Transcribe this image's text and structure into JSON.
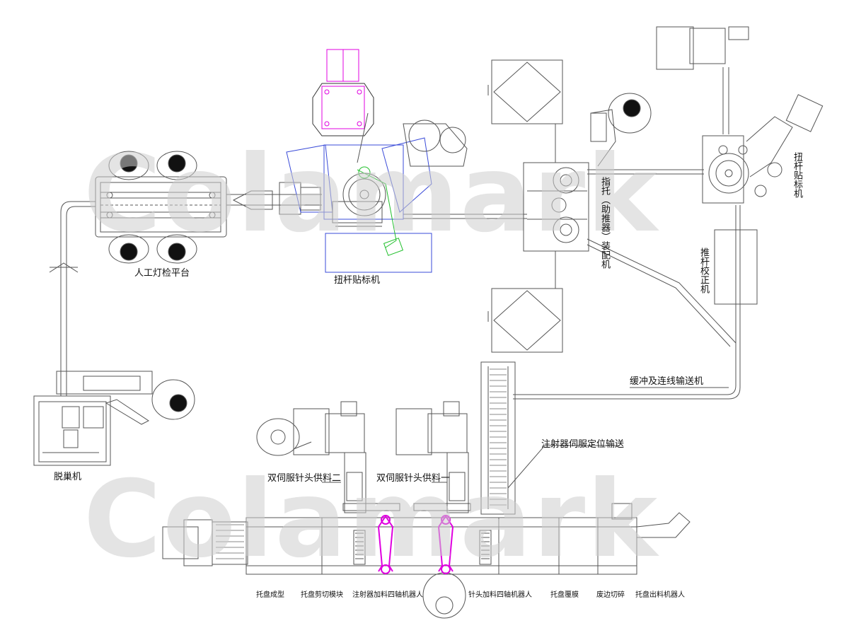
{
  "watermark": "Colamark",
  "colors": {
    "line": "#555555",
    "magenta": "#e000e0",
    "blue": "#3a4bd8",
    "green": "#1fbf2a",
    "head": "#111111"
  },
  "labels": {
    "manual_inspection": "人工灯检平台",
    "rod_labeler_1": "扭杆贴标机",
    "finger_tray_assembly": "指托（助推器）装配机",
    "rod_labeler_2": "扭杆贴标机",
    "push_rod_corrector": "推杆校正机",
    "buffer_conveyor": "缓冲及连线输送机",
    "syringe_servo_conveyor": "注射器伺服定位输送",
    "needle_feed_2": "双伺服针头供料二",
    "needle_feed_1": "双伺服针头供料一",
    "denester": "脱巢机"
  },
  "bottom_labels": [
    "托盘成型",
    "托盘剪切模块",
    "注射器加料四轴机器人",
    "针头加料四轴机器人",
    "托盘覆膜",
    "废边切碎",
    "托盘出料机器人"
  ]
}
